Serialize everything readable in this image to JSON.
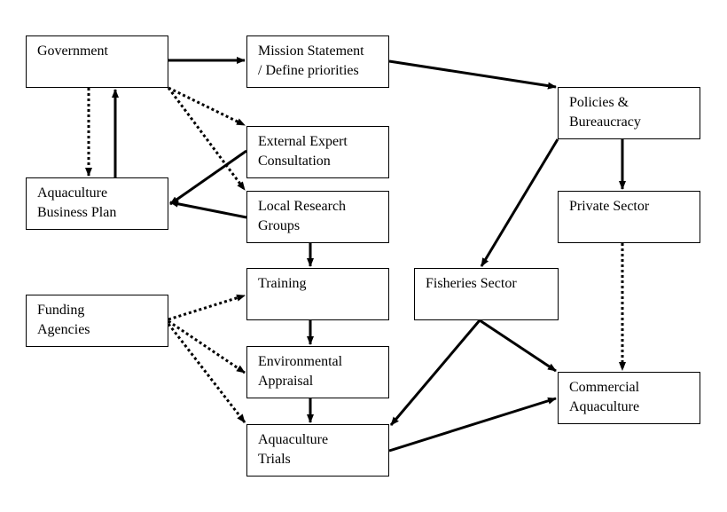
{
  "diagram": {
    "nodes": {
      "government": "Government",
      "mission": "Mission Statement\n/ Define priorities",
      "policies": "Policies &\nBureaucracy",
      "external": "External Expert\nConsultation",
      "business_plan": "Aquaculture\nBusiness Plan",
      "local_research": "Local  Research\nGroups",
      "private_sector": "Private Sector",
      "training": "Training",
      "fisheries": "Fisheries Sector",
      "funding": "Funding\nAgencies",
      "environmental": "Environmental\nAppraisal",
      "commercial": "Commercial\nAquaculture",
      "trials": "Aquaculture\nTrials"
    },
    "edges": [
      {
        "from": "government",
        "to": "mission",
        "style": "solid"
      },
      {
        "from": "mission",
        "to": "policies",
        "style": "solid"
      },
      {
        "from": "government",
        "to": "business_plan",
        "style": "dotted"
      },
      {
        "from": "business_plan",
        "to": "government",
        "style": "solid"
      },
      {
        "from": "government",
        "to": "external",
        "style": "dotted"
      },
      {
        "from": "government",
        "to": "local_research",
        "style": "dotted"
      },
      {
        "from": "external",
        "to": "business_plan",
        "style": "solid"
      },
      {
        "from": "local_research",
        "to": "business_plan",
        "style": "solid"
      },
      {
        "from": "local_research",
        "to": "training",
        "style": "solid"
      },
      {
        "from": "training",
        "to": "environmental",
        "style": "solid"
      },
      {
        "from": "environmental",
        "to": "trials",
        "style": "solid"
      },
      {
        "from": "funding",
        "to": "training",
        "style": "dotted"
      },
      {
        "from": "funding",
        "to": "environmental",
        "style": "dotted"
      },
      {
        "from": "funding",
        "to": "trials",
        "style": "dotted"
      },
      {
        "from": "policies",
        "to": "private_sector",
        "style": "solid"
      },
      {
        "from": "policies",
        "to": "fisheries",
        "style": "solid"
      },
      {
        "from": "private_sector",
        "to": "commercial",
        "style": "dotted"
      },
      {
        "from": "fisheries",
        "to": "trials",
        "style": "solid"
      },
      {
        "from": "fisheries",
        "to": "commercial",
        "style": "solid"
      },
      {
        "from": "trials",
        "to": "commercial",
        "style": "solid"
      }
    ]
  }
}
